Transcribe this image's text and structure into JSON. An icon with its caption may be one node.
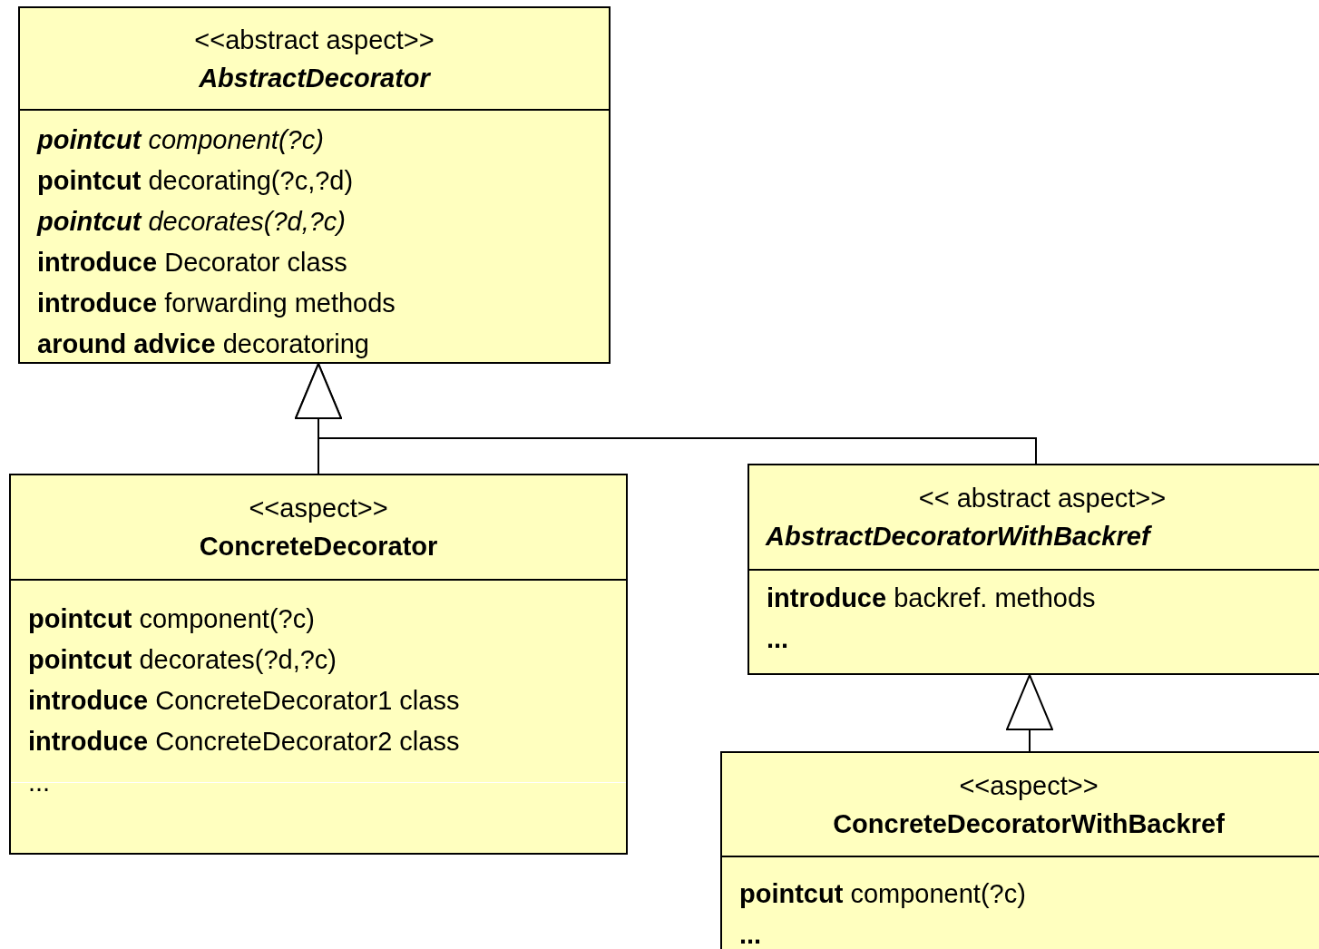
{
  "diagram": {
    "nodes": [
      {
        "text": [
          "<<abstract aspect>>",
          "AbstractDecorator",
          "**pointcut** component(?c)",
          "**pointcut** decorating(?c,?d)",
          "**pointcut** decorates(?d,?c)",
          "**introduce** Decorator class",
          "**introduce** forwarding methods",
          "**around advice** decoratoring"
        ]
      },
      {
        "text": [
          "<<aspect>>",
          "ConcreteDecorator",
          "**pointcut** component(?c)",
          "**pointcut** decorates(?d,?c)",
          "**introduce** ConcreteDecorator1 class",
          "**introduce** ConcreteDecorator2 class",
          "..."
        ]
      },
      {
        "text": [
          "<< abstract aspect>>",
          "AbstractDecoratorWithBackref",
          "**introduce** backref. methods",
          "**...**"
        ]
      },
      {
        "text": [
          "<<aspect>>",
          "ConcreteDecoratorWithBackref",
          "**pointcut** component(?c)",
          "**...**"
        ]
      }
    ],
    "edges": [
      {
        "from": 1,
        "to": 0,
        "arrow": "to"
      },
      {
        "from": 2,
        "to": 0,
        "arrow": "to"
      },
      {
        "from": 3,
        "to": 2,
        "arrow": "to"
      }
    ]
  }
}
